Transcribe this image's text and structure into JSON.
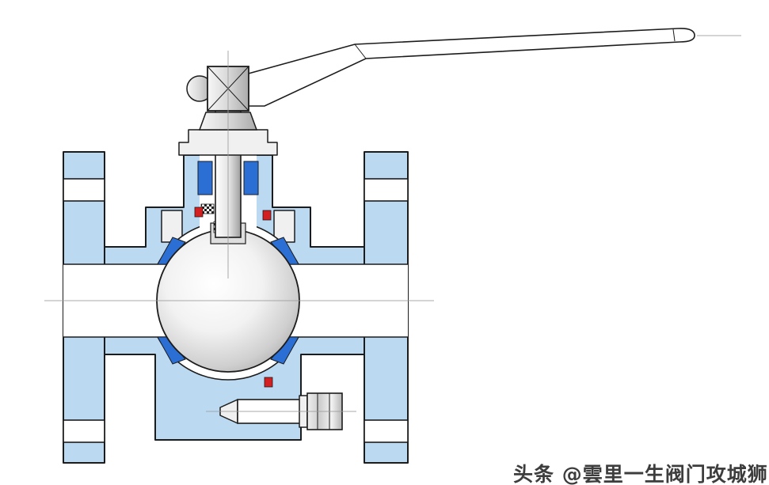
{
  "figure": {
    "kind": "technical-diagram",
    "subject": "ball-valve-cross-section"
  },
  "watermark": {
    "text": "头条 @雲里一生阀门攻城狮"
  },
  "colors": {
    "background": "#ffffff",
    "body-blue": "#bcd9f2",
    "seat-blue": "#2b6fd4",
    "seal-red": "#d42020",
    "metal-light": "#f0f0f0",
    "metal-mid": "#c9c9c9",
    "outline": "#1c1c1c",
    "centerline": "#9b9b9b",
    "watermark": "#3d3d3d"
  },
  "parts": [
    "lever-handle",
    "stem",
    "gland-nut",
    "gland-flange",
    "stuffing-box-packing",
    "bonnet",
    "valve-body",
    "left-flange",
    "right-flange",
    "ball",
    "seat-rings",
    "o-ring-seals",
    "drain-plug",
    "centerlines"
  ]
}
